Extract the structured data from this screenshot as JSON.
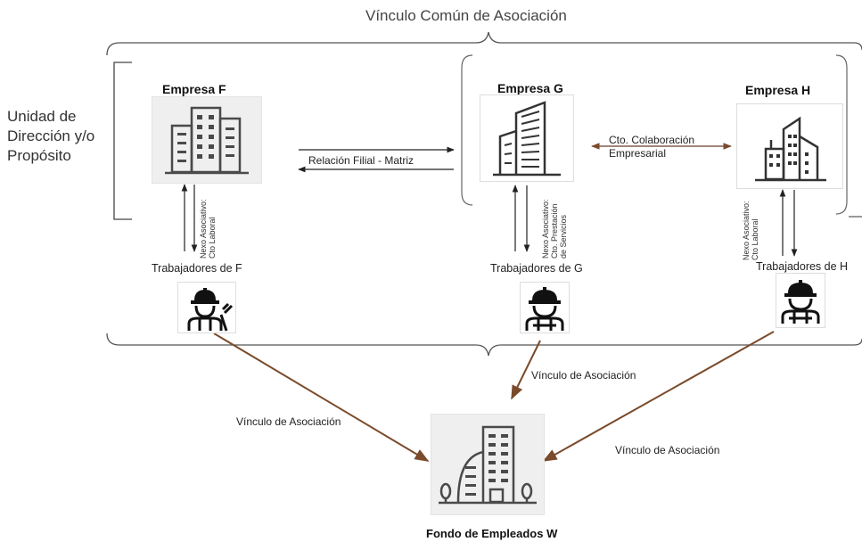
{
  "diagram": {
    "title": "Vínculo Común de Asociación",
    "unit_label": "Unidad de Dirección y/o Propósito",
    "companies": [
      {
        "name": "Empresa F",
        "icon": "office-building-icon"
      },
      {
        "name": "Empresa G",
        "icon": "skyscraper-icon"
      },
      {
        "name": "Empresa H",
        "icon": "city-buildings-icon"
      }
    ],
    "relation_fg": "Relación Filial - Matriz",
    "relation_gh": {
      "line1": "Cto. Colaboración",
      "line2": "Empresarial"
    },
    "links": {
      "f": {
        "line1": "Nexo Asociativo:",
        "line2": "Cto Laboral"
      },
      "g": {
        "line1": "Nexo Asociativo:",
        "line2": "Cto. Prestación",
        "line3": "de Servicios"
      },
      "h": {
        "line1": "Nexo Asociativo:",
        "line2": "Cto Laboral"
      }
    },
    "workers": [
      {
        "label": "Trabajadores de F",
        "icon": "worker-wrench-icon"
      },
      {
        "label": "Trabajadores de G",
        "icon": "worker-icon"
      },
      {
        "label": "Trabajadores de H",
        "icon": "worker-icon"
      }
    ],
    "association_label": "Vínculo de Asociación",
    "fund": {
      "name": "Fondo de Empleados W",
      "icon": "building-trees-icon"
    },
    "colors": {
      "arrow_black": "#222222",
      "arrow_brown": "#7a4a2a",
      "bracket": "#555555"
    }
  }
}
